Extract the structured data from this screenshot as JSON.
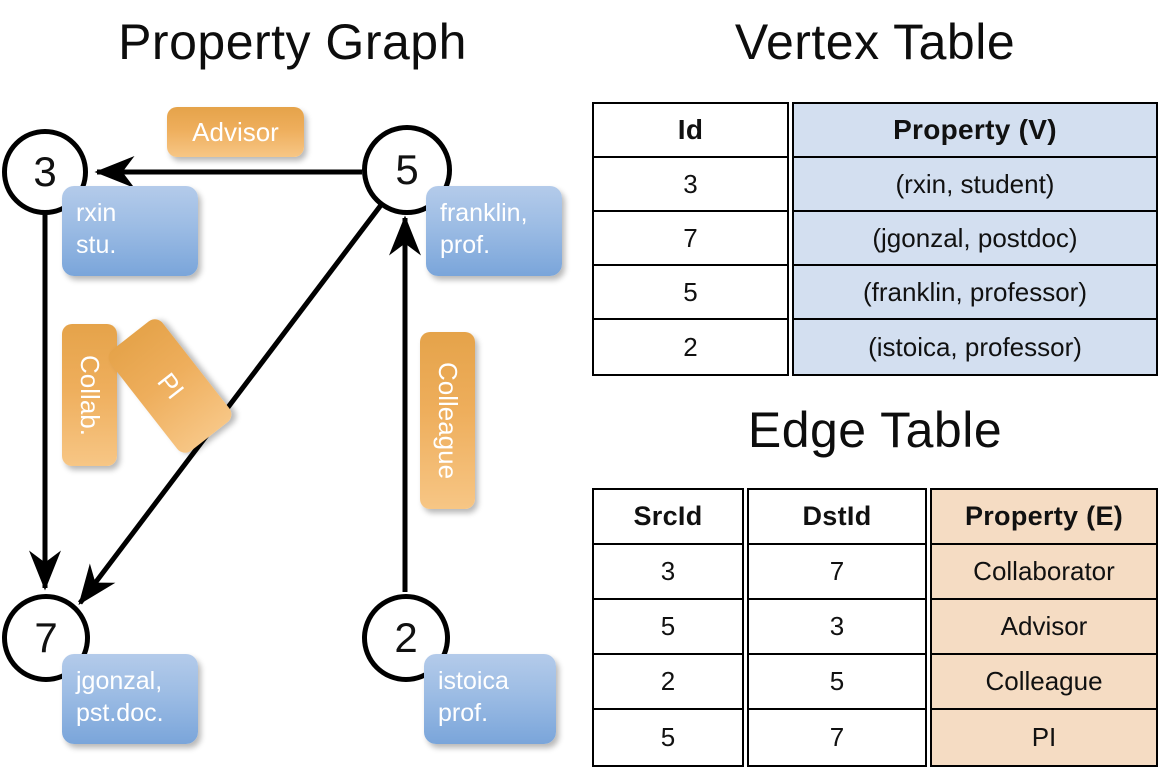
{
  "titles": {
    "property_graph": "Property Graph",
    "vertex_table": "Vertex Table",
    "edge_table": "Edge Table"
  },
  "graph": {
    "nodes": [
      {
        "id": "3",
        "label": "3",
        "property_lines": [
          "rxin",
          "stu."
        ]
      },
      {
        "id": "5",
        "label": "5",
        "property_lines": [
          "franklin,",
          "prof."
        ]
      },
      {
        "id": "7",
        "label": "7",
        "property_lines": [
          "jgonzal,",
          "pst.doc."
        ]
      },
      {
        "id": "2",
        "label": "2",
        "property_lines": [
          "istoica",
          "prof."
        ]
      }
    ],
    "edge_labels": [
      {
        "name": "advisor",
        "text": "Advisor"
      },
      {
        "name": "collab",
        "text": "Collab."
      },
      {
        "name": "pi",
        "text": "PI"
      },
      {
        "name": "colleague",
        "text": "Colleague"
      }
    ],
    "edges": [
      {
        "src": "5",
        "dst": "3",
        "label": "Advisor"
      },
      {
        "src": "3",
        "dst": "7",
        "label": "Collab."
      },
      {
        "src": "5",
        "dst": "7",
        "label": "PI"
      },
      {
        "src": "2",
        "dst": "5",
        "label": "Colleague"
      }
    ]
  },
  "vertex_table": {
    "headers": [
      "Id",
      "Property (V)"
    ],
    "rows": [
      {
        "id": "3",
        "property": "(rxin, student)"
      },
      {
        "id": "7",
        "property": "(jgonzal, postdoc)"
      },
      {
        "id": "5",
        "property": "(franklin, professor)"
      },
      {
        "id": "2",
        "property": "(istoica, professor)"
      }
    ]
  },
  "edge_table": {
    "headers": [
      "SrcId",
      "DstId",
      "Property (E)"
    ],
    "rows": [
      {
        "src": "3",
        "dst": "7",
        "property": "Collaborator"
      },
      {
        "src": "5",
        "dst": "3",
        "property": "Advisor"
      },
      {
        "src": "2",
        "dst": "5",
        "property": "Colleague"
      },
      {
        "src": "5",
        "dst": "7",
        "property": "PI"
      }
    ]
  },
  "colors": {
    "vertex_property_fill": "#d3dff0",
    "edge_property_fill": "#f5dcc3",
    "node_box_blue": "#9cbce4",
    "edge_label_orange": "#eeae5c",
    "stroke": "#000000"
  }
}
